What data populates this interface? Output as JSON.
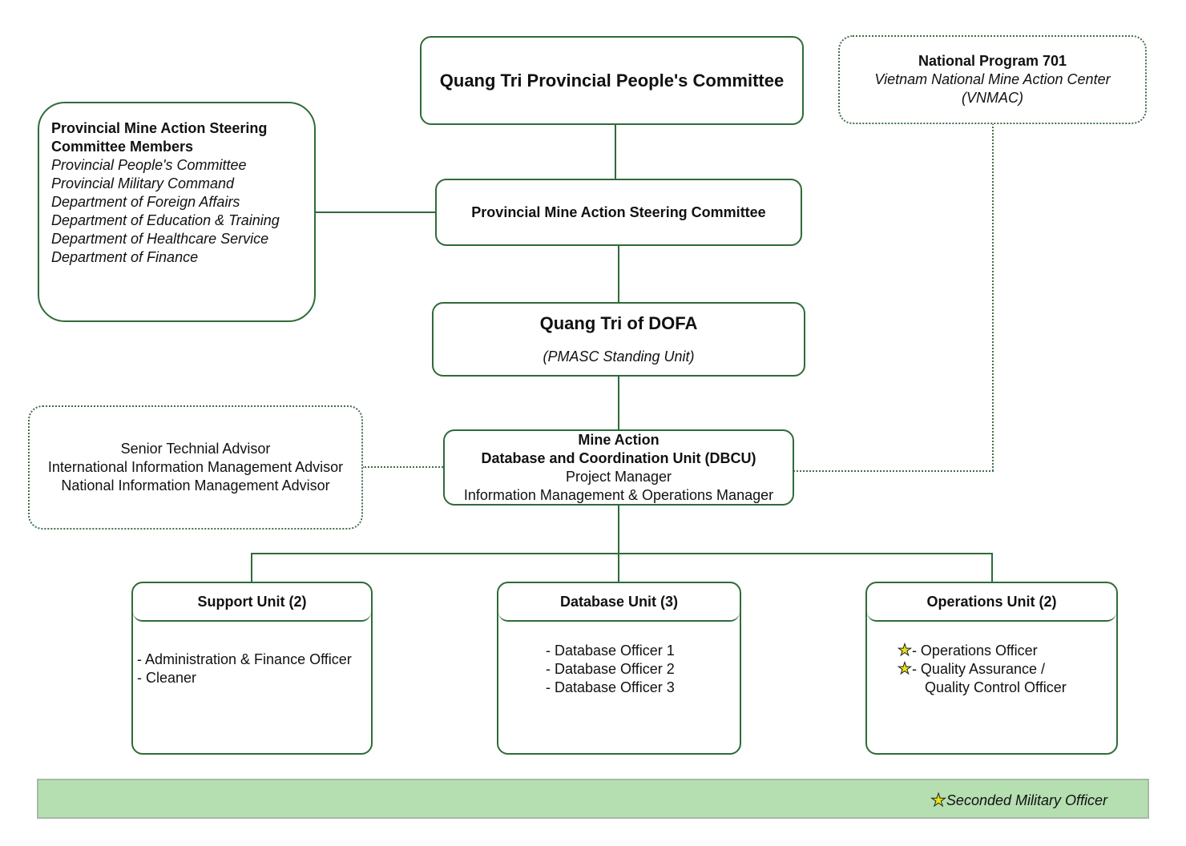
{
  "committee": {
    "title": "Quang Tri Provincial People's Committee"
  },
  "national": {
    "title": "National Program 701",
    "line1": "Vietnam National Mine Action Center",
    "line2": "(VNMAC)"
  },
  "members": {
    "title_line1": "Provincial Mine Action Steering",
    "title_line2": "Committee Members",
    "items": [
      "Provincial People's Committee",
      "Provincial Military Command",
      "Department of Foreign Affairs",
      "Department of Education & Training",
      "Department of Healthcare Service",
      "Department of Finance"
    ]
  },
  "steering": {
    "title": "Provincial Mine Action Steering Committee"
  },
  "dofa": {
    "title": "Quang Tri of DOFA",
    "subtitle": "(PMASC Standing Unit)"
  },
  "advisors": {
    "items": [
      "Senior Technial Advisor",
      "International Information Management Advisor",
      "National Information Management Advisor"
    ]
  },
  "dbcu": {
    "line1": "Mine Action",
    "line2": "Database and Coordination Unit (DBCU)",
    "line3": "Project Manager",
    "line4": "Information Management & Operations Manager"
  },
  "support": {
    "title": "Support Unit (2)",
    "items": [
      "- Administration & Finance Officer",
      "- Cleaner"
    ]
  },
  "database": {
    "title": "Database Unit (3)",
    "items": [
      "- Database Officer 1",
      "- Database Officer 2",
      "- Database Officer 3"
    ]
  },
  "operations": {
    "title": "Operations Unit (2)",
    "items": [
      "- Operations Officer",
      "- Quality Assurance /",
      "Quality Control Officer"
    ]
  },
  "legend": {
    "text": "Seconded Military Officer",
    "icon": "star-icon",
    "star_color": "#e8e21a"
  },
  "colors": {
    "border": "#2e6b3a",
    "legend_bg": "#b5dfb1"
  }
}
